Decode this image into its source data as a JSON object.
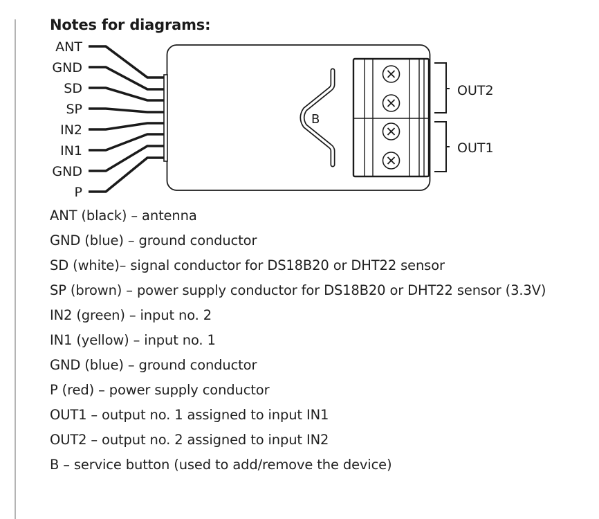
{
  "heading": "Notes for diagrams:",
  "diagram": {
    "pins": [
      {
        "label": "ANT"
      },
      {
        "label": "GND"
      },
      {
        "label": "SD"
      },
      {
        "label": "SP"
      },
      {
        "label": "IN2"
      },
      {
        "label": "IN1"
      },
      {
        "label": "GND"
      },
      {
        "label": "P"
      }
    ],
    "button_label": "B",
    "outputs": [
      {
        "label": "OUT2"
      },
      {
        "label": "OUT1"
      }
    ],
    "terminal_screw_count": 4
  },
  "legend": [
    "ANT (black) – antenna",
    "GND (blue) – ground conductor",
    "SD (white)– signal conductor for DS18B20 or DHT22 sensor",
    "SP (brown) – power supply conductor for DS18B20 or DHT22 sensor (3.3V)",
    "IN2 (green) – input no. 2",
    "IN1 (yellow) – input no. 1",
    "GND (blue) – ground conductor",
    "P (red) – power supply conductor",
    "OUT1 – output no. 1 assigned to input IN1",
    "OUT2 – output no. 2 assigned to input IN2",
    "B – service button (used to add/remove the device)"
  ]
}
